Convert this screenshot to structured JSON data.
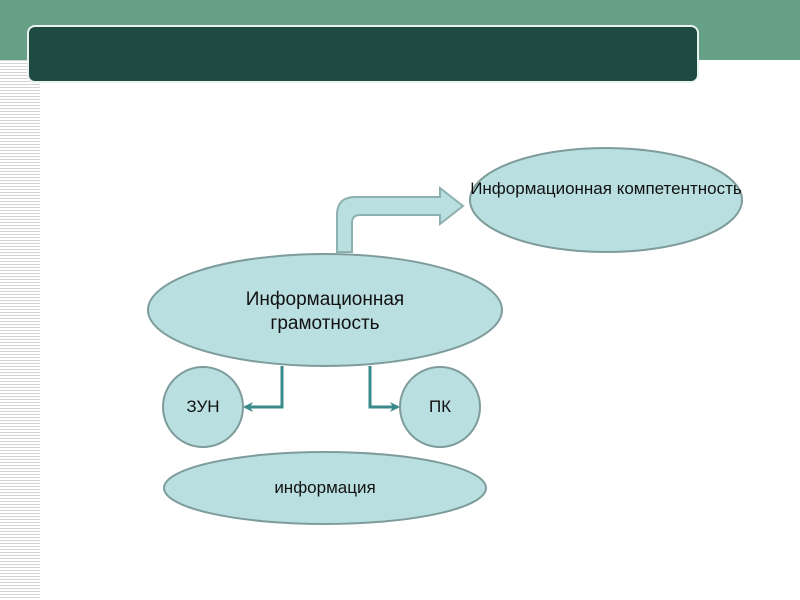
{
  "slide": {
    "title": "",
    "nodes": {
      "competence": "Информационная компетентность",
      "literacy": "Информационная грамотность",
      "zun": "ЗУН",
      "pk": "ПК",
      "information": "информация"
    }
  },
  "colors": {
    "band": "#66a086",
    "title_bar": "#1f4a42",
    "node_fill": "#badfe0",
    "node_stroke": "#7d9c9b",
    "arrow": "#3a8a8a"
  }
}
